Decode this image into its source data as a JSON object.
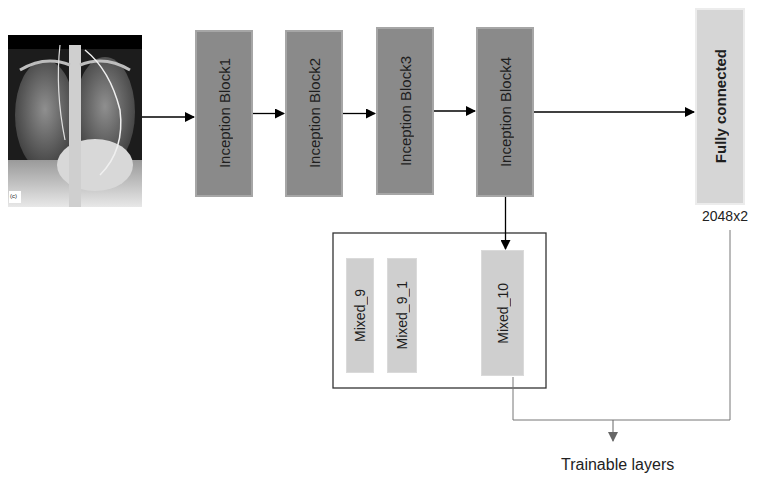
{
  "diagram": {
    "nodes": [
      {
        "text": [
          "Inception Block1"
        ]
      },
      {
        "text": [
          "Inception Block2"
        ]
      },
      {
        "text": [
          "Inception Block3"
        ]
      },
      {
        "text": [
          "Inception Block4"
        ]
      },
      {
        "text": [
          "Fully connected"
        ]
      },
      {
        "text": [
          "Mixed_9"
        ]
      },
      {
        "text": [
          "Mixed_9_1"
        ]
      },
      {
        "text": [
          "Mixed_10"
        ]
      }
    ],
    "edges": [
      {
        "from": 0,
        "to": 1,
        "arrow": "to"
      },
      {
        "from": 1,
        "to": 2,
        "arrow": "to"
      },
      {
        "from": 2,
        "to": 3,
        "arrow": "to"
      },
      {
        "from": 3,
        "to": 4,
        "arrow": "to"
      },
      {
        "from": 3,
        "to": 7,
        "arrow": "to"
      }
    ],
    "labels": [
      "2048x2",
      "Trainable layers",
      "(c)"
    ]
  }
}
